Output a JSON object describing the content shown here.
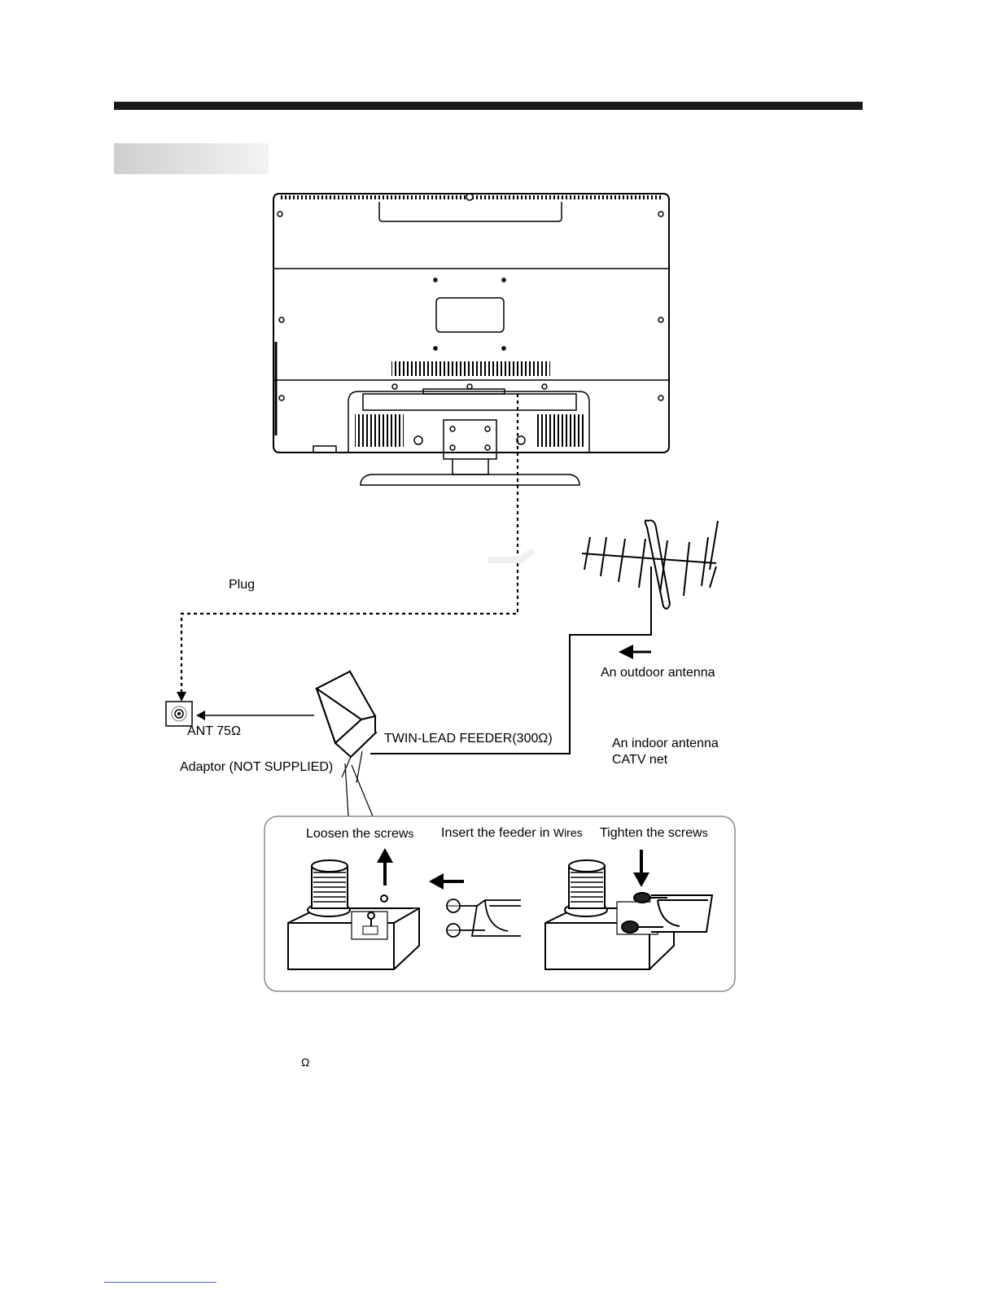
{
  "labels": {
    "plug": "Plug",
    "ant": "ANT 75Ω",
    "adaptor": "Adaptor  (NOT SUPPLIED)",
    "twin_lead": "TWIN-LEAD FEEDER(300Ω)",
    "outdoor_antenna": "An outdoor antenna",
    "indoor_antenna": "An indoor antenna",
    "catv": "CATV net",
    "loosen_screws": "Loosen the screw",
    "loosen_screws_s": "s",
    "insert_feeder": "Insert the feeder in ",
    "insert_feeder_wires": "Wires",
    "tighten_screws": "Tighten the screw",
    "tighten_screws_s": "s",
    "omega_footnote": "Ω"
  },
  "colors": {
    "rule": "#1a1a1a",
    "line": "#000000",
    "panel_border": "#8a8a8a",
    "link": "#4a5fc6"
  },
  "icons": [
    "tv-back-icon",
    "antenna-icon",
    "adaptor-icon",
    "connector-icon",
    "arrow-up-icon",
    "arrow-left-icon",
    "arrow-down-icon",
    "ant-socket-icon"
  ]
}
